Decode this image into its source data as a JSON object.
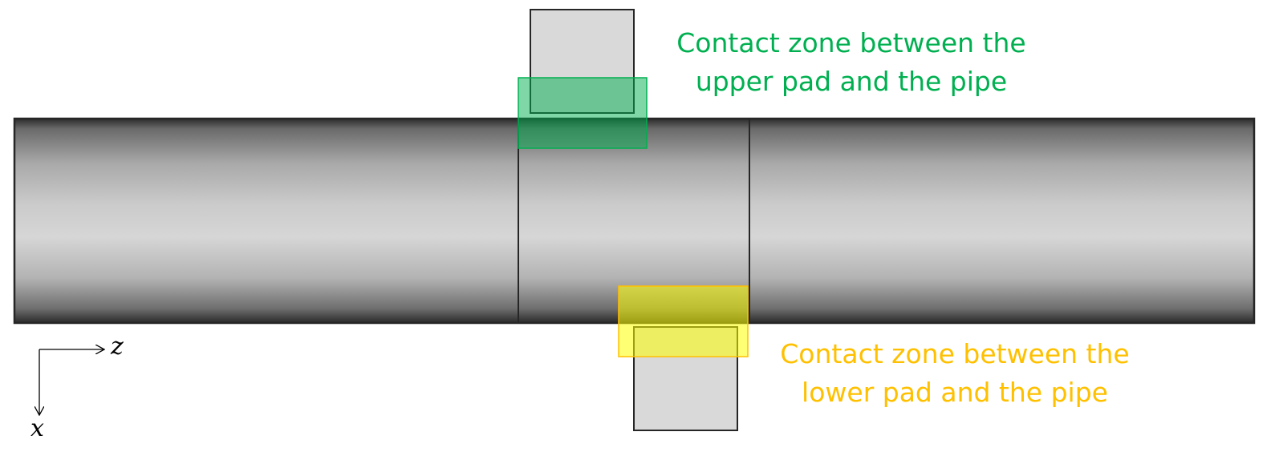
{
  "colors": {
    "upper_zone": "#00b050",
    "lower_zone": "#ffc000",
    "pad_fill": "#d9d9d9",
    "pipe_edge": "#262626"
  },
  "labels": {
    "upper": {
      "line1": "Contact zone between the",
      "line2": "upper pad and the pipe"
    },
    "lower": {
      "line1": "Contact zone between the",
      "line2": "lower pad and the pipe"
    }
  },
  "axes": {
    "horizontal": "z",
    "vertical": "x"
  }
}
